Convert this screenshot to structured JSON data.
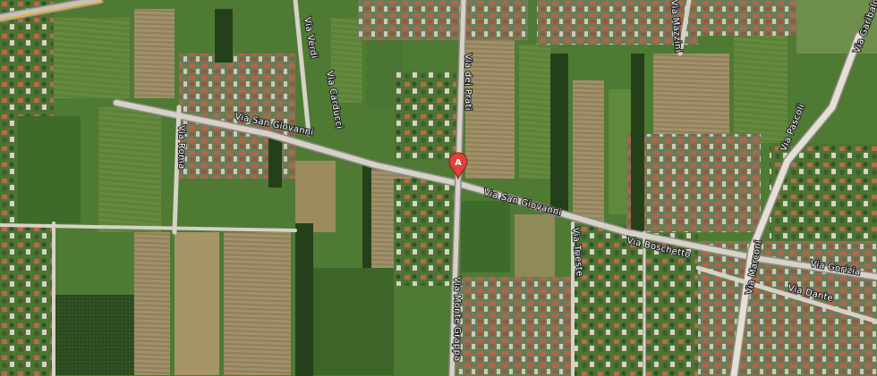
{
  "map": {
    "type": "satellite",
    "colors": {
      "field_green": "#4f7a34",
      "dark_green": "#2f5122",
      "light_green": "#6f9446",
      "bare_field": "#9a8a5c",
      "road": "#d6d2c8",
      "road_outline": "#8c8a84",
      "roof_red": "#b0654d",
      "roof_light": "#d9d4cc",
      "marker": "#e0413c"
    },
    "marker": {
      "icon": "map-pin-icon",
      "label_glyph": "A"
    },
    "road_labels": [
      {
        "id": "via-san-giovanni",
        "text": "Via San Giovanni"
      },
      {
        "id": "via-san-giovanni-east",
        "text": "Via San Giovanni"
      },
      {
        "id": "via-boschetto",
        "text": "Via Boschetto"
      },
      {
        "id": "via-monte-grappa",
        "text": "Via Monte Grappa"
      },
      {
        "id": "via-dei-prati",
        "text": "Via dei Prati"
      },
      {
        "id": "via-roma",
        "text": "Via Roma"
      },
      {
        "id": "via-verdi",
        "text": "Via Verdi"
      },
      {
        "id": "via-carducci",
        "text": "Via Carducci"
      },
      {
        "id": "via-trieste",
        "text": "Via Trieste"
      },
      {
        "id": "via-mazzini",
        "text": "Via Mazzini"
      },
      {
        "id": "via-garibaldi",
        "text": "Via Garibaldi"
      },
      {
        "id": "via-pascoli",
        "text": "Via Pascoli"
      },
      {
        "id": "via-marconi",
        "text": "Via Marconi"
      },
      {
        "id": "via-dante",
        "text": "Via Dante"
      },
      {
        "id": "via-gorizia",
        "text": "Via Gorizia"
      }
    ]
  }
}
